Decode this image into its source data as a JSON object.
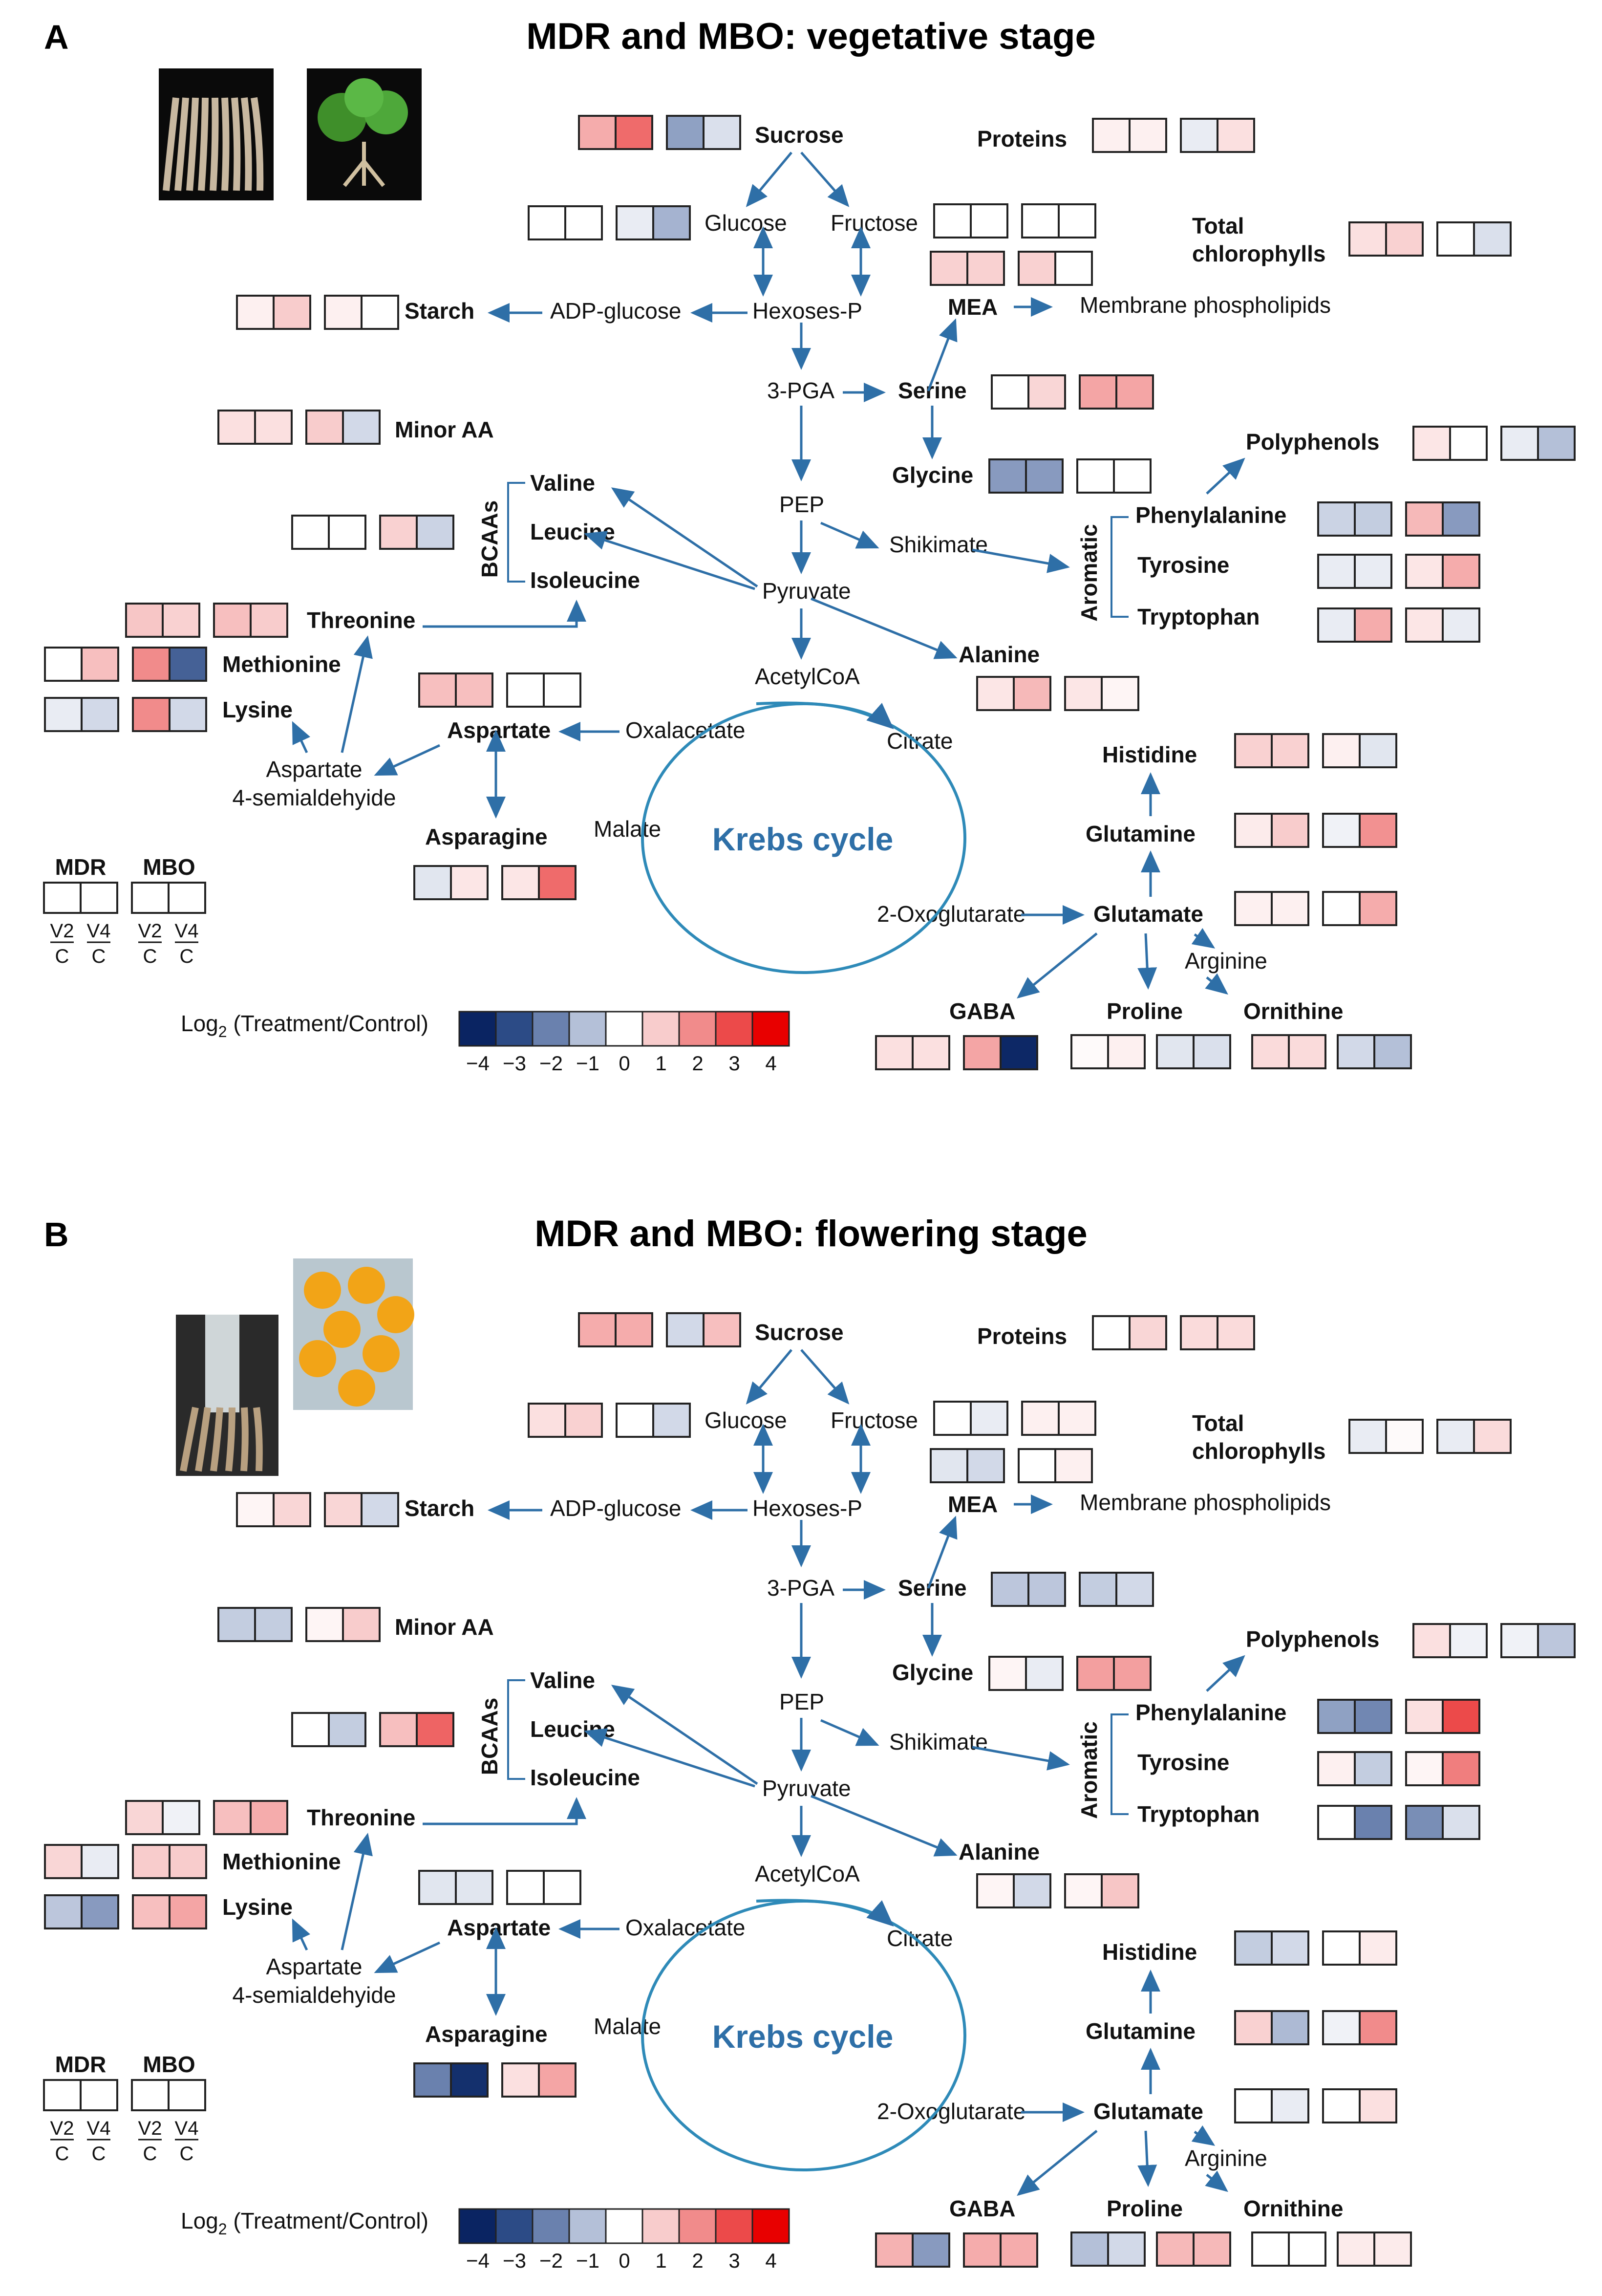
{
  "figure": {
    "panels": [
      {
        "id": "A",
        "label": "A",
        "title": "MDR and MBO: vegetative stage",
        "nodes": {
          "sucrose": "Sucrose",
          "proteins": "Proteins",
          "glucose": "Glucose",
          "fructose": "Fructose",
          "total_chl": "Total",
          "total_chl2": "chlorophylls",
          "starch": "Starch",
          "adp_glucose": "ADP-glucose",
          "hexoses_p": "Hexoses-P",
          "mea": "MEA",
          "membrane": "Membrane phospholipids",
          "pga": "3-PGA",
          "serine": "Serine",
          "minor_aa": "Minor AA",
          "glycine": "Glycine",
          "polyphenols": "Polyphenols",
          "pep": "PEP",
          "valine": "Valine",
          "leucine": "Leucine",
          "isoleucine": "Isoleucine",
          "bcaas": "BCAAs",
          "shikimate": "Shikimate",
          "phenylalanine": "Phenylalanine",
          "tyrosine": "Tyrosine",
          "tryptophan": "Tryptophan",
          "aromatic": "Aromatic",
          "pyruvate": "Pyruvate",
          "threonine": "Threonine",
          "methionine": "Methionine",
          "alanine": "Alanine",
          "lysine": "Lysine",
          "acetylcoa": "AcetylCoA",
          "aspartate": "Aspartate",
          "oxalacetate": "Oxalacetate",
          "citrate": "Citrate",
          "asp_semi1": "Aspartate",
          "asp_semi2": "4-semialdehyide",
          "histidine": "Histidine",
          "asparagine": "Asparagine",
          "malate": "Malate",
          "krebs": "Krebs cycle",
          "glutamine": "Glutamine",
          "oxoglutarate": "2-Oxoglutarate",
          "glutamate": "Glutamate",
          "arginine": "Arginine",
          "gaba": "GABA",
          "proline": "Proline",
          "ornithine": "Ornithine"
        },
        "heatmap_boxes": {
          "sucrose": [
            1.5,
            2.5,
            -1.5,
            -0.5
          ],
          "proteins": [
            0.3,
            0.3,
            -0.3,
            0.6
          ],
          "glucose": [
            0,
            0,
            -0.3,
            -1.2
          ],
          "fructose": [
            0,
            0,
            0,
            0
          ],
          "total_chl": [
            0.6,
            0.9,
            0,
            -0.5
          ],
          "mea": [
            0.9,
            0.9,
            0.9,
            0
          ],
          "starch": [
            0.3,
            1.0,
            0.3,
            0
          ],
          "serine": [
            0,
            0.8,
            1.6,
            1.6
          ],
          "minor_aa": [
            0.6,
            0.6,
            1.0,
            -0.6
          ],
          "glycine": [
            -1.6,
            -1.6,
            0,
            0
          ],
          "polyphenols": [
            0.5,
            0,
            -0.3,
            -1.0
          ],
          "bcaas": [
            0,
            0,
            0.9,
            -0.7
          ],
          "phenylalanine": [
            -0.7,
            -0.8,
            1.3,
            -1.6
          ],
          "tyrosine": [
            -0.3,
            -0.3,
            0.5,
            1.5
          ],
          "tryptophan": [
            -0.3,
            1.5,
            0.5,
            -0.3
          ],
          "threonine": [
            1.1,
            0.9,
            1.2,
            1.0
          ],
          "methionine": [
            0,
            1.2,
            2.0,
            -2.6
          ],
          "alanine": [
            0.5,
            1.3,
            0.5,
            0.2
          ],
          "lysine": [
            -0.3,
            -0.6,
            2.0,
            -0.6
          ],
          "aspartate": [
            1.2,
            1.2,
            0,
            0
          ],
          "histidine": [
            0.9,
            0.9,
            0.3,
            -0.4
          ],
          "asparagine": [
            -0.4,
            0.5,
            0.5,
            2.5
          ],
          "glutamine": [
            0.4,
            1.0,
            -0.2,
            1.9
          ],
          "glutamate": [
            0.3,
            0.3,
            0,
            1.5
          ],
          "gaba": [
            0.6,
            0.6,
            1.6,
            -3.9
          ],
          "proline": [
            0.1,
            0.3,
            -0.4,
            -0.5
          ],
          "ornithine": [
            0.7,
            0.7,
            -0.6,
            -1.0
          ]
        }
      },
      {
        "id": "B",
        "label": "B",
        "title": "MDR and MBO: flowering stage",
        "nodes": {
          "sucrose": "Sucrose",
          "proteins": "Proteins",
          "glucose": "Glucose",
          "fructose": "Fructose",
          "total_chl": "Total",
          "total_chl2": "chlorophylls",
          "starch": "Starch",
          "adp_glucose": "ADP-glucose",
          "hexoses_p": "Hexoses-P",
          "mea": "MEA",
          "membrane": "Membrane phospholipids",
          "pga": "3-PGA",
          "serine": "Serine",
          "minor_aa": "Minor AA",
          "glycine": "Glycine",
          "polyphenols": "Polyphenols",
          "pep": "PEP",
          "valine": "Valine",
          "leucine": "Leucine",
          "isoleucine": "Isoleucine",
          "bcaas": "BCAAs",
          "shikimate": "Shikimate",
          "phenylalanine": "Phenylalanine",
          "tyrosine": "Tyrosine",
          "tryptophan": "Tryptophan",
          "aromatic": "Aromatic",
          "pyruvate": "Pyruvate",
          "threonine": "Threonine",
          "methionine": "Methionine",
          "alanine": "Alanine",
          "lysine": "Lysine",
          "acetylcoa": "AcetylCoA",
          "aspartate": "Aspartate",
          "oxalacetate": "Oxalacetate",
          "citrate": "Citrate",
          "asp_semi1": "Aspartate",
          "asp_semi2": "4-semialdehyide",
          "histidine": "Histidine",
          "asparagine": "Asparagine",
          "malate": "Malate",
          "krebs": "Krebs cycle",
          "glutamine": "Glutamine",
          "oxoglutarate": "2-Oxoglutarate",
          "glutamate": "Glutamate",
          "arginine": "Arginine",
          "gaba": "GABA",
          "proline": "Proline",
          "ornithine": "Ornithine"
        },
        "heatmap_boxes": {
          "sucrose": [
            1.5,
            1.5,
            -0.6,
            1.2
          ],
          "proteins": [
            0,
            0.8,
            0.7,
            0.7
          ],
          "glucose": [
            0.6,
            0.9,
            0,
            -0.6
          ],
          "fructose": [
            0,
            -0.3,
            0.3,
            0.3
          ],
          "total_chl": [
            -0.3,
            0.1,
            -0.3,
            0.7
          ],
          "mea": [
            -0.4,
            -0.6,
            0,
            0.3
          ],
          "starch": [
            0.2,
            0.8,
            0.8,
            -0.6
          ],
          "serine": [
            -0.9,
            -0.9,
            -0.8,
            -0.6
          ],
          "minor_aa": [
            -0.8,
            -0.8,
            0.2,
            1.0
          ],
          "glycine": [
            0.2,
            -0.3,
            1.7,
            1.7
          ],
          "polyphenols": [
            0.6,
            -0.2,
            -0.2,
            -0.9
          ],
          "bcaas": [
            0,
            -0.8,
            1.2,
            2.6
          ],
          "phenylalanine": [
            -1.5,
            -1.9,
            0.6,
            3.0
          ],
          "tyrosine": [
            0.3,
            -0.8,
            0.2,
            2.2
          ],
          "tryptophan": [
            0,
            -2.0,
            -1.8,
            -0.5
          ],
          "threonine": [
            0.8,
            -0.2,
            1.2,
            1.5
          ],
          "methionine": [
            0.8,
            -0.3,
            1.0,
            1.0
          ],
          "alanine": [
            0.2,
            -0.6,
            0.2,
            1.1
          ],
          "lysine": [
            -0.9,
            -1.6,
            1.2,
            1.6
          ],
          "aspartate": [
            -0.4,
            -0.4,
            0,
            0
          ],
          "histidine": [
            -0.8,
            -0.6,
            0,
            0.4
          ],
          "asparagine": [
            -2.0,
            -3.7,
            0.6,
            1.6
          ],
          "glutamine": [
            0.9,
            -1.1,
            -0.2,
            2.0
          ],
          "glutamate": [
            0,
            -0.3,
            0,
            0.6
          ],
          "gaba": [
            1.4,
            -1.6,
            1.5,
            1.5
          ],
          "proline": [
            -1.0,
            -0.6,
            1.3,
            1.3
          ],
          "ornithine": [
            0,
            0,
            0.4,
            0.4
          ]
        }
      }
    ],
    "legend_key": {
      "mdr": "MDR",
      "mbo": "MBO",
      "v2": "V2",
      "v4": "V4",
      "c": "C"
    },
    "color_scale": {
      "label": "Log2 (Treatment/Control)",
      "label_prefix": "Log",
      "label_sub": "2",
      "label_suffix": " (Treatment/Control)",
      "ticks": [
        "−4",
        "−3",
        "−2",
        "−1",
        "0",
        "1",
        "2",
        "3",
        "4"
      ],
      "colors": [
        "#0a2462",
        "#2c4b86",
        "#6a81ae",
        "#b4c0d8",
        "#ffffff",
        "#f8cccc",
        "#f18b8b",
        "#ec4a4a",
        "#e80000"
      ]
    },
    "colors": {
      "arrow": "#2e6fa7",
      "krebs_text": "#2e6fa7",
      "box_border": "#222222"
    }
  }
}
